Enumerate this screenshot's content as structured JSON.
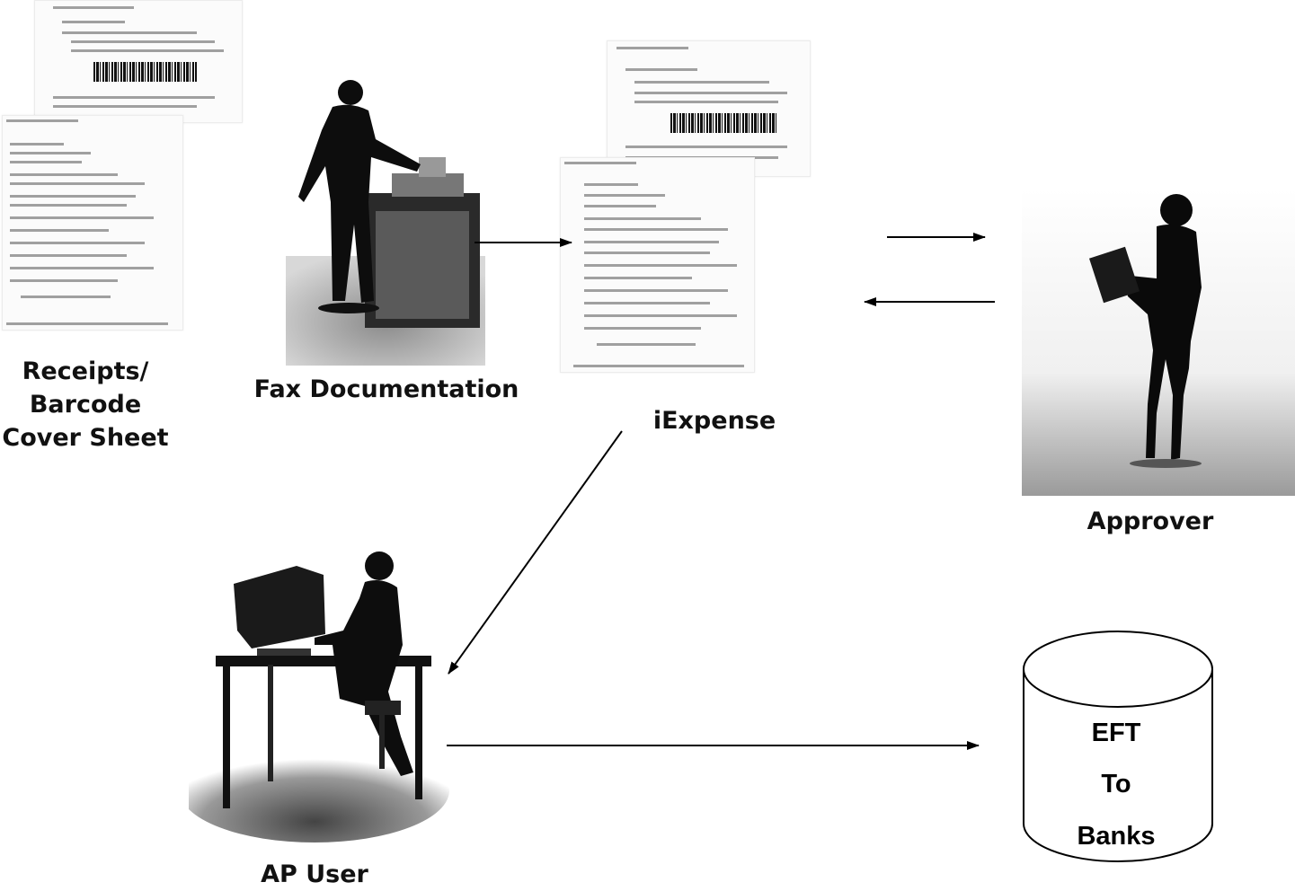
{
  "nodes": {
    "receipts": {
      "label_lines": [
        "Receipts/",
        "Barcode",
        "Cover Sheet"
      ]
    },
    "fax": {
      "label": "Fax Documentation"
    },
    "iexpense": {
      "label": "iExpense"
    },
    "approver": {
      "label": "Approver"
    },
    "ap_user": {
      "label": "AP User"
    },
    "eft": {
      "lines": [
        "EFT",
        "To",
        "Banks"
      ]
    }
  },
  "edges": [
    {
      "from": "fax",
      "to": "iexpense",
      "style": "arrow"
    },
    {
      "from": "iexpense",
      "to": "approver",
      "style": "arrow"
    },
    {
      "from": "approver",
      "to": "iexpense",
      "style": "arrow"
    },
    {
      "from": "iexpense",
      "to": "ap_user",
      "style": "arrow"
    },
    {
      "from": "ap_user",
      "to": "eft",
      "style": "arrow"
    }
  ]
}
